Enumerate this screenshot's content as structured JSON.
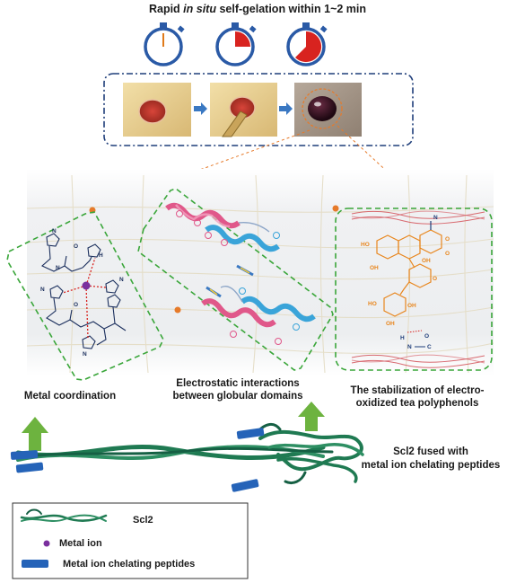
{
  "title": {
    "part1": "Rapid ",
    "italic": "in situ",
    "part2": " self-gelation within 1~2 min"
  },
  "labels": {
    "metal_coordination": "Metal coordination",
    "electrostatic_line1": "Electrostatic interactions",
    "electrostatic_line2": "between globular domains",
    "stabilization_line1": "The stabilization of electro-",
    "stabilization_line2": "oxidized tea polyphenols",
    "scl2_fused_line1": "Scl2 fused with",
    "scl2_fused_line2": "metal ion chelating peptides"
  },
  "legend": {
    "items": [
      {
        "label": "Scl2",
        "icon": "triple-helix-icon"
      },
      {
        "label": "Metal ion",
        "icon": "purple-dot-icon"
      },
      {
        "label": "Metal ion chelating peptides",
        "icon": "blue-bar-icon"
      }
    ]
  },
  "chem_labels": {
    "ho": "HO",
    "oh": "OH",
    "o": "O",
    "n": "N",
    "h": "H",
    "c": "C"
  },
  "colors": {
    "green_dash": "#3aa63a",
    "navy_dash": "#1f3e7a",
    "arrow_blue": "#3a78c2",
    "arrow_green": "#6db33f",
    "helix_green": "#1f7a52",
    "peptide_blue": "#2563b8",
    "metal_purple": "#7a2f9e",
    "orange_chem": "#e8861d",
    "timer_blue": "#2a5aa6",
    "timer_red": "#d8231f",
    "pink_helix": "#e0588a",
    "cyan_helix": "#3aa4d9"
  }
}
